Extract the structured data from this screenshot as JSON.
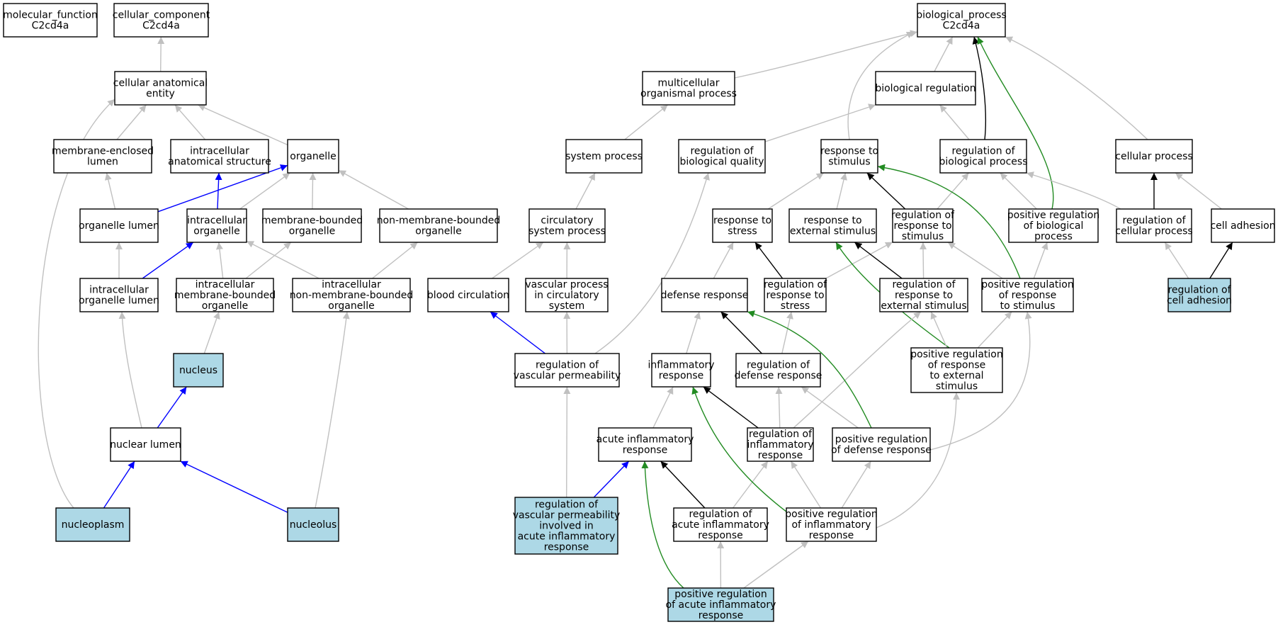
{
  "colors": {
    "background": "#ffffff",
    "node_default": "#ffffff",
    "node_highlight": "#add8e6",
    "edge_is_a": "#c0c0c0",
    "edge_part_of": "#0000ff",
    "edge_regulates": "#000000",
    "edge_positively_regulates": "#228b22"
  },
  "nodes": [
    {
      "id": "mf_root",
      "lines": [
        "molecular_function",
        "C2cd4a"
      ],
      "highlight": false
    },
    {
      "id": "cc_root",
      "lines": [
        "cellular_component",
        "C2cd4a"
      ],
      "highlight": false
    },
    {
      "id": "bp_root",
      "lines": [
        "biological_process",
        "C2cd4a"
      ],
      "highlight": false
    },
    {
      "id": "cae",
      "lines": [
        "cellular anatomical",
        "entity"
      ],
      "highlight": false
    },
    {
      "id": "mel",
      "lines": [
        "membrane-enclosed",
        "lumen"
      ],
      "highlight": false
    },
    {
      "id": "ias",
      "lines": [
        "intracellular",
        "anatomical structure"
      ],
      "highlight": false
    },
    {
      "id": "organelle",
      "lines": [
        "organelle"
      ],
      "highlight": false
    },
    {
      "id": "ol",
      "lines": [
        "organelle lumen"
      ],
      "highlight": false
    },
    {
      "id": "io",
      "lines": [
        "intracellular",
        "organelle"
      ],
      "highlight": false
    },
    {
      "id": "mbo",
      "lines": [
        "membrane-bounded",
        "organelle"
      ],
      "highlight": false
    },
    {
      "id": "nmbo",
      "lines": [
        "non-membrane-bounded",
        "organelle"
      ],
      "highlight": false
    },
    {
      "id": "iol",
      "lines": [
        "intracellular",
        "organelle lumen"
      ],
      "highlight": false
    },
    {
      "id": "imbo",
      "lines": [
        "intracellular",
        "membrane-bounded",
        "organelle"
      ],
      "highlight": false
    },
    {
      "id": "inmbo",
      "lines": [
        "intracellular",
        "non-membrane-bounded",
        "organelle"
      ],
      "highlight": false
    },
    {
      "id": "nucleus",
      "lines": [
        "nucleus"
      ],
      "highlight": true
    },
    {
      "id": "nl",
      "lines": [
        "nuclear lumen"
      ],
      "highlight": false
    },
    {
      "id": "nucleoplasm",
      "lines": [
        "nucleoplasm"
      ],
      "highlight": true
    },
    {
      "id": "nucleolus",
      "lines": [
        "nucleolus"
      ],
      "highlight": true
    },
    {
      "id": "mop",
      "lines": [
        "multicellular",
        "organismal process"
      ],
      "highlight": false
    },
    {
      "id": "br",
      "lines": [
        "biological regulation"
      ],
      "highlight": false
    },
    {
      "id": "sp",
      "lines": [
        "system process"
      ],
      "highlight": false
    },
    {
      "id": "rbq",
      "lines": [
        "regulation of",
        "biological quality"
      ],
      "highlight": false
    },
    {
      "id": "rts",
      "lines": [
        "response to",
        "stimulus"
      ],
      "highlight": false
    },
    {
      "id": "rbp",
      "lines": [
        "regulation of",
        "biological process"
      ],
      "highlight": false
    },
    {
      "id": "cp",
      "lines": [
        "cellular process"
      ],
      "highlight": false
    },
    {
      "id": "csp",
      "lines": [
        "circulatory",
        "system process"
      ],
      "highlight": false
    },
    {
      "id": "rtstress",
      "lines": [
        "response to",
        "stress"
      ],
      "highlight": false
    },
    {
      "id": "rtes",
      "lines": [
        "response to",
        "external stimulus"
      ],
      "highlight": false
    },
    {
      "id": "rrts",
      "lines": [
        "regulation of",
        "response to",
        "stimulus"
      ],
      "highlight": false
    },
    {
      "id": "prbp",
      "lines": [
        "positive regulation",
        "of biological",
        "process"
      ],
      "highlight": false
    },
    {
      "id": "rcp",
      "lines": [
        "regulation of",
        "cellular process"
      ],
      "highlight": false
    },
    {
      "id": "ca",
      "lines": [
        "cell adhesion"
      ],
      "highlight": false
    },
    {
      "id": "bc",
      "lines": [
        "blood circulation"
      ],
      "highlight": false
    },
    {
      "id": "vpcs",
      "lines": [
        "vascular process",
        "in circulatory",
        "system"
      ],
      "highlight": false
    },
    {
      "id": "dr",
      "lines": [
        "defense response"
      ],
      "highlight": false
    },
    {
      "id": "rrtstress",
      "lines": [
        "regulation of",
        "response to",
        "stress"
      ],
      "highlight": false
    },
    {
      "id": "rrtes",
      "lines": [
        "regulation of",
        "response to",
        "external stimulus"
      ],
      "highlight": false
    },
    {
      "id": "prrts",
      "lines": [
        "positive regulation",
        "of response",
        "to stimulus"
      ],
      "highlight": false
    },
    {
      "id": "rca",
      "lines": [
        "regulation of",
        "cell adhesion"
      ],
      "highlight": true
    },
    {
      "id": "rvp",
      "lines": [
        "regulation of",
        "vascular permeability"
      ],
      "highlight": false
    },
    {
      "id": "ir",
      "lines": [
        "inflammatory",
        "response"
      ],
      "highlight": false
    },
    {
      "id": "rdr",
      "lines": [
        "regulation of",
        "defense response"
      ],
      "highlight": false
    },
    {
      "id": "prrtes",
      "lines": [
        "positive regulation",
        "of response",
        "to external",
        "stimulus"
      ],
      "highlight": false
    },
    {
      "id": "air",
      "lines": [
        "acute inflammatory",
        "response"
      ],
      "highlight": false
    },
    {
      "id": "rir",
      "lines": [
        "regulation of",
        "inflammatory",
        "response"
      ],
      "highlight": false
    },
    {
      "id": "prdr",
      "lines": [
        "positive regulation",
        "of defense response"
      ],
      "highlight": false
    },
    {
      "id": "rvpair",
      "lines": [
        "regulation of",
        "vascular permeability",
        "involved in",
        "acute inflammatory",
        "response"
      ],
      "highlight": true
    },
    {
      "id": "rair",
      "lines": [
        "regulation of",
        "acute inflammatory",
        "response"
      ],
      "highlight": false
    },
    {
      "id": "prir",
      "lines": [
        "positive regulation",
        "of inflammatory",
        "response"
      ],
      "highlight": false
    },
    {
      "id": "prair",
      "lines": [
        "positive regulation",
        "of acute inflammatory",
        "response"
      ],
      "highlight": true
    }
  ],
  "edges": [
    {
      "from": "cae",
      "to": "cc_root",
      "type": "is_a"
    },
    {
      "from": "mel",
      "to": "cae",
      "type": "is_a"
    },
    {
      "from": "ias",
      "to": "cae",
      "type": "is_a"
    },
    {
      "from": "organelle",
      "to": "cae",
      "type": "is_a"
    },
    {
      "from": "nucleoplasm",
      "to": "cae",
      "type": "is_a"
    },
    {
      "from": "ol",
      "to": "mel",
      "type": "is_a"
    },
    {
      "from": "ol",
      "to": "organelle",
      "type": "part_of"
    },
    {
      "from": "io",
      "to": "ias",
      "type": "part_of"
    },
    {
      "from": "io",
      "to": "organelle",
      "type": "is_a"
    },
    {
      "from": "mbo",
      "to": "organelle",
      "type": "is_a"
    },
    {
      "from": "nmbo",
      "to": "organelle",
      "type": "is_a"
    },
    {
      "from": "iol",
      "to": "ol",
      "type": "is_a"
    },
    {
      "from": "iol",
      "to": "io",
      "type": "part_of"
    },
    {
      "from": "imbo",
      "to": "io",
      "type": "is_a"
    },
    {
      "from": "imbo",
      "to": "mbo",
      "type": "is_a"
    },
    {
      "from": "inmbo",
      "to": "io",
      "type": "is_a"
    },
    {
      "from": "inmbo",
      "to": "nmbo",
      "type": "is_a"
    },
    {
      "from": "nucleus",
      "to": "imbo",
      "type": "is_a"
    },
    {
      "from": "nl",
      "to": "iol",
      "type": "is_a"
    },
    {
      "from": "nl",
      "to": "nucleus",
      "type": "part_of"
    },
    {
      "from": "nucleoplasm",
      "to": "nl",
      "type": "part_of"
    },
    {
      "from": "nucleolus",
      "to": "nl",
      "type": "part_of"
    },
    {
      "from": "nucleolus",
      "to": "inmbo",
      "type": "is_a"
    },
    {
      "from": "mop",
      "to": "bp_root",
      "type": "is_a"
    },
    {
      "from": "br",
      "to": "bp_root",
      "type": "is_a"
    },
    {
      "from": "rts",
      "to": "bp_root",
      "type": "is_a"
    },
    {
      "from": "rbp",
      "to": "bp_root",
      "type": "regulates"
    },
    {
      "from": "prbp",
      "to": "bp_root",
      "type": "positively_regulates"
    },
    {
      "from": "cp",
      "to": "bp_root",
      "type": "is_a"
    },
    {
      "from": "sp",
      "to": "mop",
      "type": "is_a"
    },
    {
      "from": "rbq",
      "to": "br",
      "type": "is_a"
    },
    {
      "from": "rbp",
      "to": "br",
      "type": "is_a"
    },
    {
      "from": "csp",
      "to": "sp",
      "type": "is_a"
    },
    {
      "from": "rtstress",
      "to": "rts",
      "type": "is_a"
    },
    {
      "from": "rtes",
      "to": "rts",
      "type": "is_a"
    },
    {
      "from": "rrts",
      "to": "rts",
      "type": "regulates"
    },
    {
      "from": "rrts",
      "to": "rbp",
      "type": "is_a"
    },
    {
      "from": "prbp",
      "to": "rbp",
      "type": "is_a"
    },
    {
      "from": "rcp",
      "to": "rbp",
      "type": "is_a"
    },
    {
      "from": "rcp",
      "to": "cp",
      "type": "regulates"
    },
    {
      "from": "ca",
      "to": "cp",
      "type": "is_a"
    },
    {
      "from": "bc",
      "to": "csp",
      "type": "is_a"
    },
    {
      "from": "vpcs",
      "to": "csp",
      "type": "is_a"
    },
    {
      "from": "dr",
      "to": "rtstress",
      "type": "is_a"
    },
    {
      "from": "rrtstress",
      "to": "rtstress",
      "type": "regulates"
    },
    {
      "from": "rrtstress",
      "to": "rrts",
      "type": "is_a"
    },
    {
      "from": "rrtes",
      "to": "rtes",
      "type": "regulates"
    },
    {
      "from": "rrtes",
      "to": "rrts",
      "type": "is_a"
    },
    {
      "from": "prrts",
      "to": "rts",
      "type": "positively_regulates"
    },
    {
      "from": "prrts",
      "to": "rrts",
      "type": "is_a"
    },
    {
      "from": "prrts",
      "to": "prbp",
      "type": "is_a"
    },
    {
      "from": "rca",
      "to": "rcp",
      "type": "is_a"
    },
    {
      "from": "rca",
      "to": "ca",
      "type": "regulates"
    },
    {
      "from": "rvp",
      "to": "bc",
      "type": "part_of"
    },
    {
      "from": "rvp",
      "to": "vpcs",
      "type": "is_a"
    },
    {
      "from": "rvp",
      "to": "rbq",
      "type": "is_a"
    },
    {
      "from": "ir",
      "to": "dr",
      "type": "is_a"
    },
    {
      "from": "rdr",
      "to": "dr",
      "type": "regulates"
    },
    {
      "from": "rdr",
      "to": "rrtstress",
      "type": "is_a"
    },
    {
      "from": "prrtes",
      "to": "rtes",
      "type": "positively_regulates"
    },
    {
      "from": "prrtes",
      "to": "rrtes",
      "type": "is_a"
    },
    {
      "from": "prrtes",
      "to": "prrts",
      "type": "is_a"
    },
    {
      "from": "air",
      "to": "ir",
      "type": "is_a"
    },
    {
      "from": "rir",
      "to": "ir",
      "type": "regulates"
    },
    {
      "from": "rir",
      "to": "rdr",
      "type": "is_a"
    },
    {
      "from": "rir",
      "to": "rrtes",
      "type": "is_a"
    },
    {
      "from": "prdr",
      "to": "dr",
      "type": "positively_regulates"
    },
    {
      "from": "prdr",
      "to": "rdr",
      "type": "is_a"
    },
    {
      "from": "prdr",
      "to": "prrts",
      "type": "is_a"
    },
    {
      "from": "rvpair",
      "to": "rvp",
      "type": "is_a"
    },
    {
      "from": "rvpair",
      "to": "air",
      "type": "part_of"
    },
    {
      "from": "rair",
      "to": "air",
      "type": "regulates"
    },
    {
      "from": "rair",
      "to": "rir",
      "type": "is_a"
    },
    {
      "from": "prir",
      "to": "ir",
      "type": "positively_regulates"
    },
    {
      "from": "prir",
      "to": "rir",
      "type": "is_a"
    },
    {
      "from": "prir",
      "to": "prdr",
      "type": "is_a"
    },
    {
      "from": "prir",
      "to": "prrtes",
      "type": "is_a"
    },
    {
      "from": "prair",
      "to": "air",
      "type": "positively_regulates"
    },
    {
      "from": "prair",
      "to": "rair",
      "type": "is_a"
    },
    {
      "from": "prair",
      "to": "prir",
      "type": "is_a"
    }
  ]
}
